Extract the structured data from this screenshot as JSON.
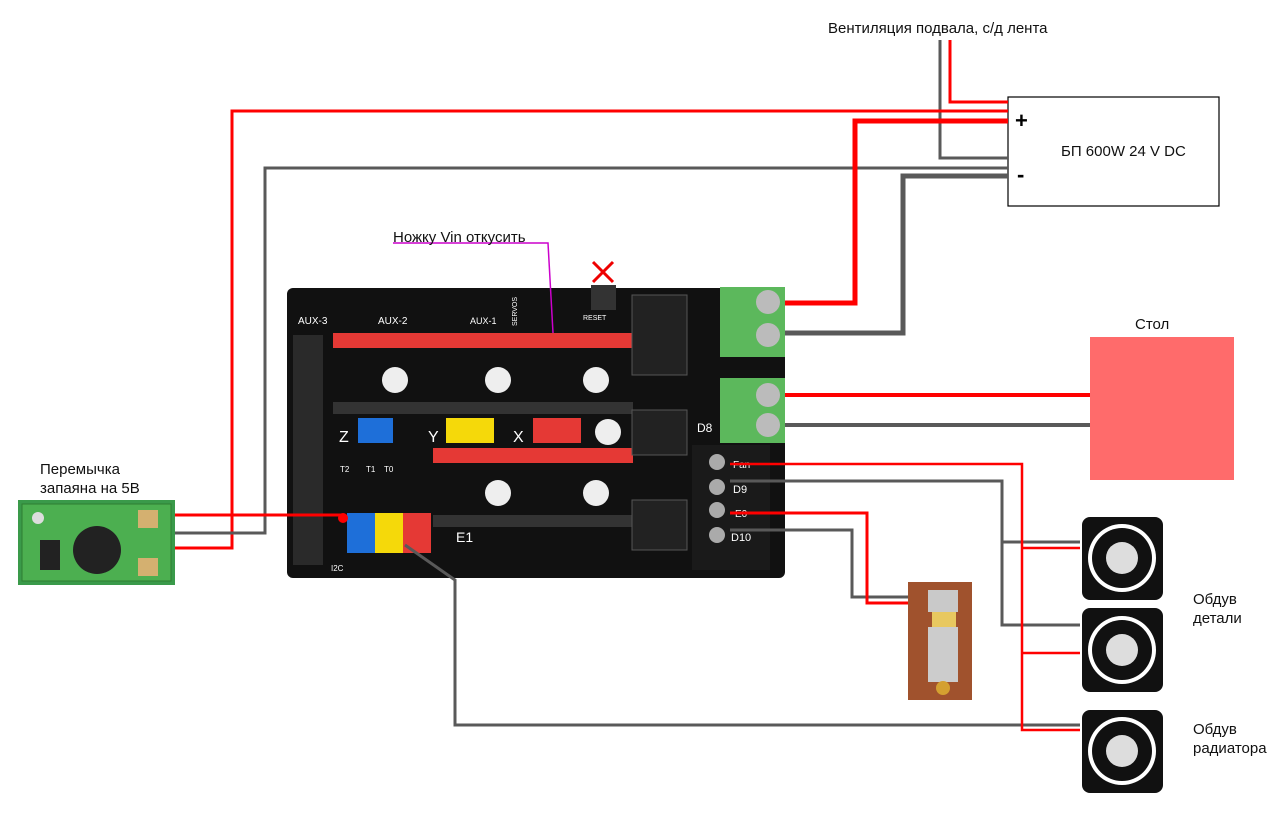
{
  "labels": {
    "ventilation": "Вентиляция подвала, с/д лента",
    "psu_plus": "+",
    "psu_minus": "-",
    "psu": "БП 600W 24 V DC",
    "vin_note": "Ножку Vin откусить",
    "bed": "Стол",
    "jumper_line1": "Перемычка",
    "jumper_line2": "запаяна на 5В",
    "part_fan_line1": "Обдув",
    "part_fan_line2": "детали",
    "heatsink_fan_line1": "Обдув",
    "heatsink_fan_line2": "радиатора"
  },
  "board_silkscreen": [
    "AUX-3",
    "AUX-2",
    "AUX-1",
    "SERVOS",
    "RESET",
    "D8",
    "D9",
    "D10",
    "Fan",
    "E0",
    "Z",
    "Y",
    "X",
    "E1",
    "T0",
    "T1",
    "T2",
    "I2C"
  ],
  "colors": {
    "positive_wire": "#ff0000",
    "negative_wire": "#595959",
    "bed": "#ff6b6b",
    "note_line": "#cc00cc",
    "board": "#111111",
    "terminal": "#5cb85c"
  },
  "icons": [
    "reset-button-removed-x-icon",
    "fan-icon",
    "hotend-image",
    "step-down-module-image",
    "board-image"
  ]
}
